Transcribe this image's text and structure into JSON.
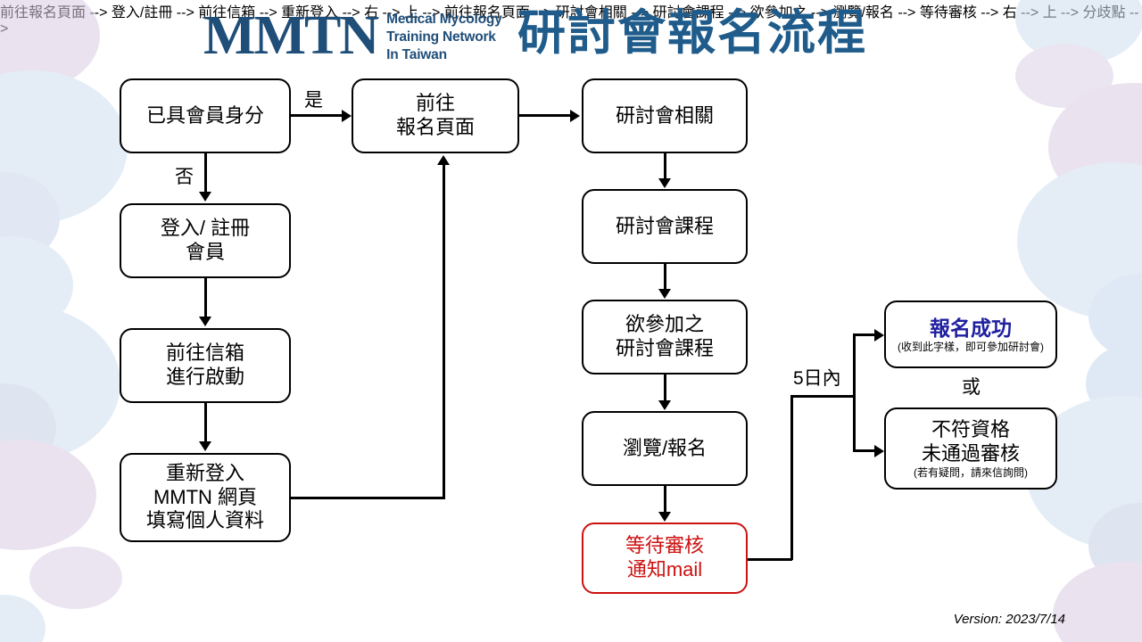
{
  "title": "研討會報名流程",
  "logo": {
    "mark": "MMTN",
    "line1": "Medical Mycology",
    "line2": "Training Network",
    "line3": "In Taiwan",
    "color": "#1F4E79"
  },
  "version_text": "Version: 2023/7/14",
  "colors": {
    "title_blue": "#1F5C8B",
    "logo_blue": "#1F4E79",
    "alert_red": "#CC1111",
    "success_blue": "#1F1FA0",
    "line_black": "#000000",
    "decor_purple": "#D9CCE3",
    "decor_blue": "#CFE0F0"
  },
  "nodes": [
    {
      "id": "member-status",
      "lines": [
        "已具會員身分"
      ]
    },
    {
      "id": "login-register",
      "lines": [
        "登入/ 註冊",
        "會員"
      ]
    },
    {
      "id": "mailbox-activate",
      "lines": [
        "前往信箱",
        "進行啟動"
      ]
    },
    {
      "id": "relogin-profile",
      "lines": [
        "重新登入",
        "MMTN 網頁",
        "填寫個人資料"
      ]
    },
    {
      "id": "goto-signup",
      "lines": [
        "前往",
        "報名頁面"
      ]
    },
    {
      "id": "seminar-related",
      "lines": [
        "研討會相關"
      ]
    },
    {
      "id": "seminar-course",
      "lines": [
        "研討會課程"
      ]
    },
    {
      "id": "desired-course",
      "lines": [
        "欲參加之",
        "研討會課程"
      ]
    },
    {
      "id": "browse-signup",
      "lines": [
        "瀏覽/報名"
      ]
    },
    {
      "id": "await-review",
      "lines": [
        "等待審核",
        "通知mail"
      ]
    },
    {
      "id": "signup-success",
      "headline": "報名成功",
      "sub": "(收到此字樣，即可參加研討會)"
    },
    {
      "id": "not-qualified",
      "lines": [
        "不符資格",
        "未通過審核"
      ],
      "sub": "(若有疑問，請來信詢問)"
    }
  ],
  "edge_labels": {
    "yes": "是",
    "no": "否",
    "within_5_days": "5日內",
    "or": "或"
  }
}
